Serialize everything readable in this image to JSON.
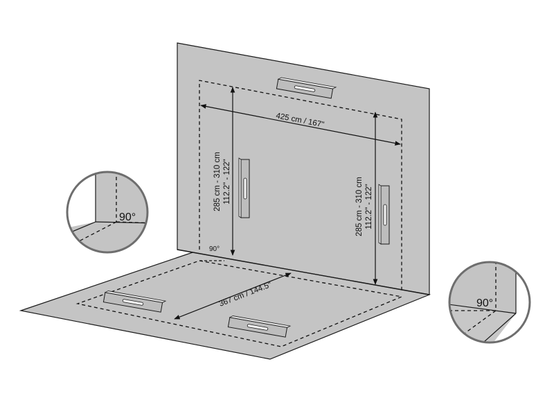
{
  "colors": {
    "surface": "#c4c4c4",
    "surface_light": "#d6d6d6",
    "outline": "#1a1a1a",
    "level_body": "#bdbdbd",
    "level_top": "#e2e2e2",
    "background": "#ffffff"
  },
  "labels": {
    "width": "425 cm / 167\"",
    "depth": "367 cm / 144.5\"",
    "height_left_cm": "285 cm - 310 cm",
    "height_left_in": "112.2\" - 122\"",
    "height_right_cm": "285 cm - 310 cm",
    "height_right_in": "112.2\" - 122\"",
    "corner_angle": "90°",
    "angle_inset_left": "90°",
    "angle_inset_right": "90°"
  },
  "icons": {
    "spirit_level": "spirit-level-icon"
  }
}
